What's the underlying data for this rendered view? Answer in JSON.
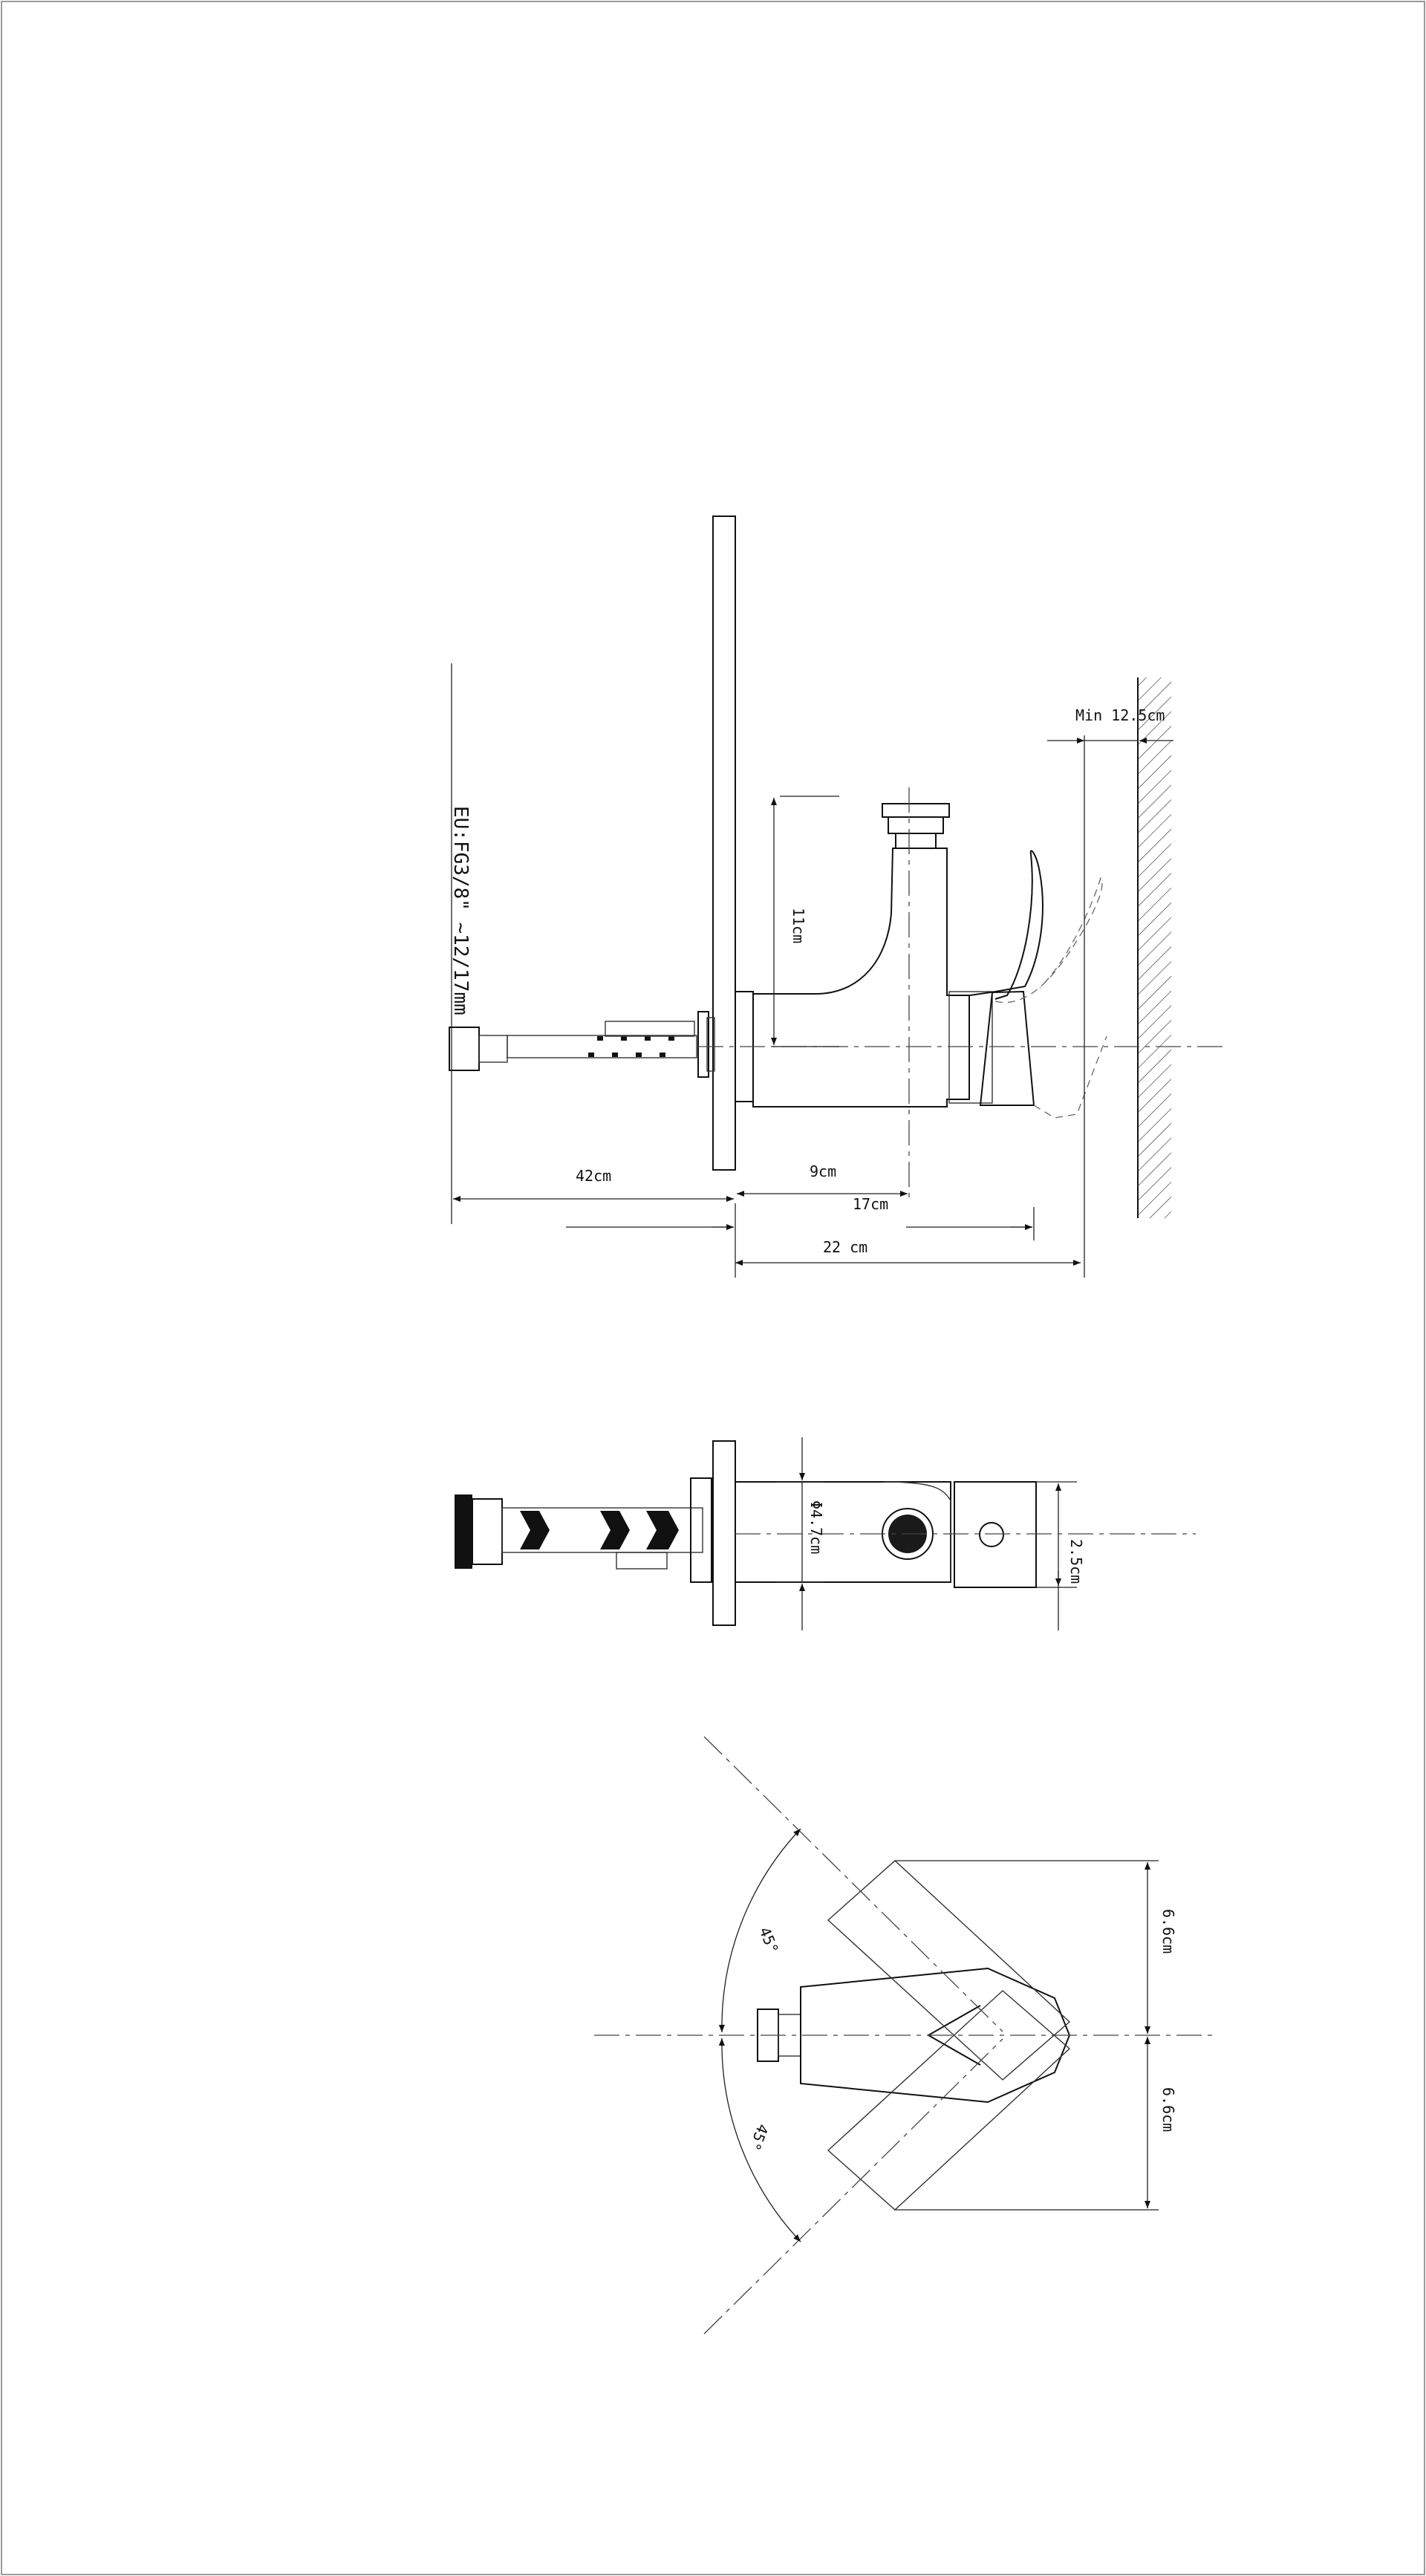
{
  "drawing": {
    "side_view": {
      "spec_label": "EU:FG3/8\" ~12/17mm",
      "dim_height": "11cm",
      "dim_hose": "42cm",
      "dim_reach": "9cm",
      "dim_body": "17cm",
      "dim_total": "22 cm",
      "dim_wall": "Min 12.5cm"
    },
    "front_view": {
      "dim_diameter": "Φ4.7cm",
      "dim_handle": "2.5cm"
    },
    "top_view": {
      "angle_upper": "45°",
      "angle_lower": "45°",
      "dim_upper": "6.6cm",
      "dim_lower": "6.6cm"
    }
  }
}
